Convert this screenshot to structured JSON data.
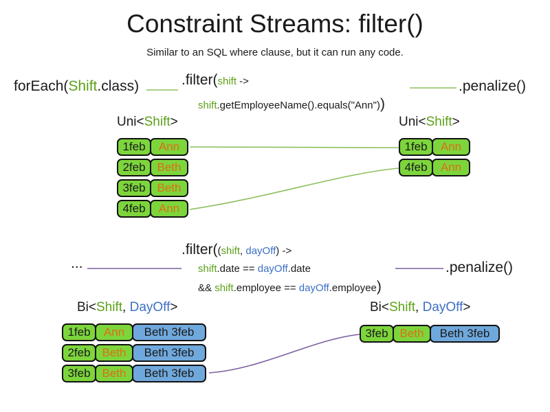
{
  "title": "Constraint Streams: filter()",
  "subtitle": "Similar to an SQL where clause, but it can run any code.",
  "colors": {
    "shift_green_text": "#5ca018",
    "dayoff_blue_text": "#3d6fc4",
    "name_orange_text": "#dd6f14",
    "shift_cell_green": "#7dd53c",
    "dayoff_cell_blue": "#6fa8dc",
    "green_connector": "#8cc05c",
    "purple_connector": "#7c5fa0",
    "cell_border": "#111111"
  },
  "section1": {
    "foreach": {
      "pre": "forEach(",
      "class_type": "Shift",
      "post": ".class)"
    },
    "filter": {
      "method": ".filter(",
      "param": "shift",
      "arrow": " ->",
      "body_var": "shift",
      "body_rest": ".getEmployeeName().equals(\"Ann\")",
      "close": ")"
    },
    "penalize": ".penalize()",
    "left_label": {
      "pre": "Uni<",
      "type": "Shift",
      "post": ">"
    },
    "right_label": {
      "pre": "Uni<",
      "type": "Shift",
      "post": ">"
    },
    "left_table": {
      "rows": [
        {
          "date": "1feb",
          "name": "Ann"
        },
        {
          "date": "2feb",
          "name": "Beth"
        },
        {
          "date": "3feb",
          "name": "Beth"
        },
        {
          "date": "4feb",
          "name": "Ann"
        }
      ]
    },
    "right_table": {
      "rows": [
        {
          "date": "1feb",
          "name": "Ann"
        },
        {
          "date": "4feb",
          "name": "Ann"
        }
      ]
    }
  },
  "section2": {
    "ellipsis": "...",
    "filter": {
      "method": ".filter(",
      "open_paren": "(",
      "param1": "shift",
      "comma": ", ",
      "param2": "dayOff",
      "close_paren": ")",
      "arrow": " ->",
      "l2_var1": "shift",
      "l2_mid": ".date == ",
      "l2_var2": "dayOff",
      "l2_end": ".date",
      "l3_pre": "&& ",
      "l3_var1": "shift",
      "l3_mid": ".employee == ",
      "l3_var2": "dayOff",
      "l3_end": ".employee",
      "close": ")"
    },
    "penalize": ".penalize()",
    "left_label": {
      "pre": "Bi<",
      "type1": "Shift",
      "comma": ", ",
      "type2": "DayOff",
      "post": ">"
    },
    "right_label": {
      "pre": "Bi<",
      "type1": "Shift",
      "comma": ", ",
      "type2": "DayOff",
      "post": ">"
    },
    "left_table": {
      "rows": [
        {
          "date": "1feb",
          "name": "Ann",
          "dayoff": "Beth 3feb"
        },
        {
          "date": "2feb",
          "name": "Beth",
          "dayoff": "Beth 3feb"
        },
        {
          "date": "3feb",
          "name": "Beth",
          "dayoff": "Beth 3feb"
        }
      ]
    },
    "right_table": {
      "rows": [
        {
          "date": "3feb",
          "name": "Beth",
          "dayoff": "Beth 3feb"
        }
      ]
    }
  }
}
